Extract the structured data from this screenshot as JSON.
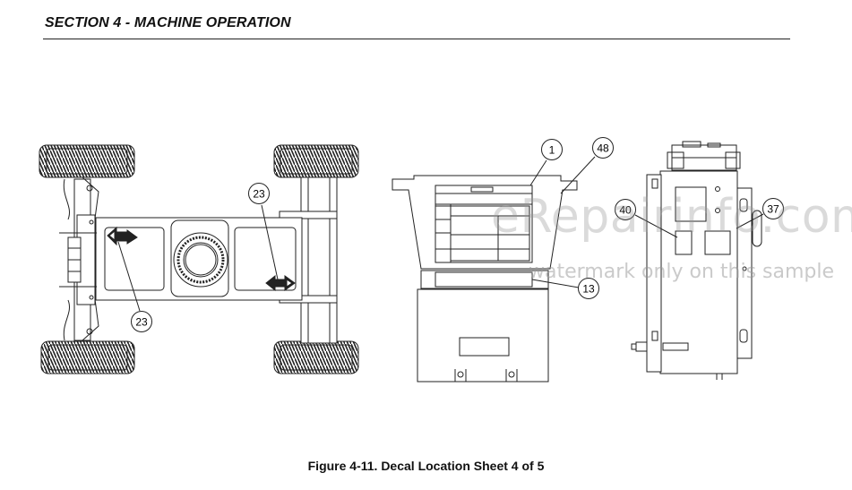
{
  "header": {
    "section_title": "SECTION 4 - MACHINE OPERATION"
  },
  "figure": {
    "caption": "Figure 4-11. Decal Location Sheet 4 of 5"
  },
  "callouts": {
    "c23_top": "23",
    "c23_bottom": "23",
    "c1": "1",
    "c48": "48",
    "c13": "13",
    "c40": "40",
    "c37": "37"
  },
  "watermark": {
    "site": "eRepairinfo.com",
    "note": "watermark only on this sample"
  }
}
